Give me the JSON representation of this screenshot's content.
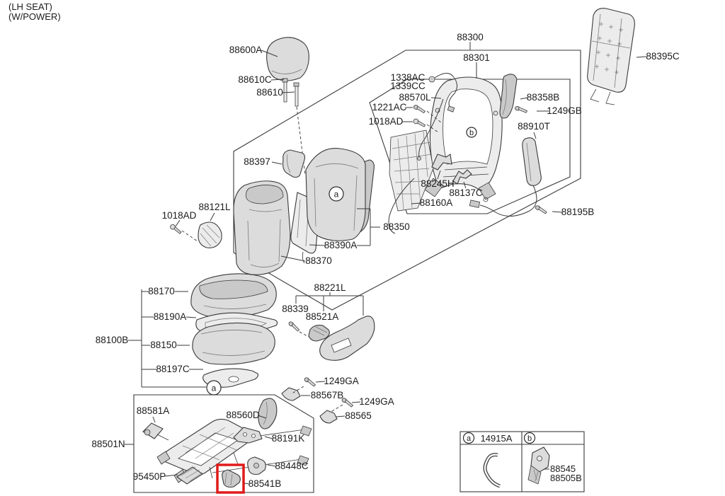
{
  "header": {
    "line1": "(LH SEAT)",
    "line2": "(W/POWER)"
  },
  "labels": {
    "p88600a": "88600A",
    "p88610c": "88610C",
    "p88610": "88610",
    "p88300": "88300",
    "p88301": "88301",
    "p1338ac": "1338AC",
    "p1339cc": "1339CC",
    "p88570l": "88570L",
    "p1221ac": "1221AC",
    "p1018ad_a": "1018AD",
    "p88358b": "88358B",
    "p1249gb": "1249GB",
    "p88910t": "88910T",
    "p88395c": "88395C",
    "p88397": "88397",
    "p88245h": "88245H",
    "p88137c": "88137C",
    "p88160a": "88160A",
    "p88195b": "88195B",
    "p88350": "88350",
    "p88390a": "88390A",
    "p88370": "88370",
    "p1018ad_b": "1018AD",
    "p88121l": "88121L",
    "p88170": "88170",
    "p88190a": "88190A",
    "p88100b": "88100B",
    "p88150": "88150",
    "p88197c": "88197C",
    "p88221l": "88221L",
    "p88339": "88339",
    "p88521a": "88521A",
    "p1249ga_a": "1249GA",
    "p88567b": "88567B",
    "p1249ga_b": "1249GA",
    "p88565": "88565",
    "p88581a": "88581A",
    "p88560d": "88560D",
    "p88501n": "88501N",
    "p88191k": "88191K",
    "p88448c": "88448C",
    "p95450p": "95450P",
    "p88541b": "88541B"
  },
  "markers": {
    "a": "a",
    "b": "b"
  },
  "legend": {
    "marker_a": "a",
    "part_a": "14915A",
    "marker_b": "b",
    "part_b_line1": "88545",
    "part_b_line2": "88505B"
  },
  "highlight": {
    "color": "#e01b1b"
  }
}
